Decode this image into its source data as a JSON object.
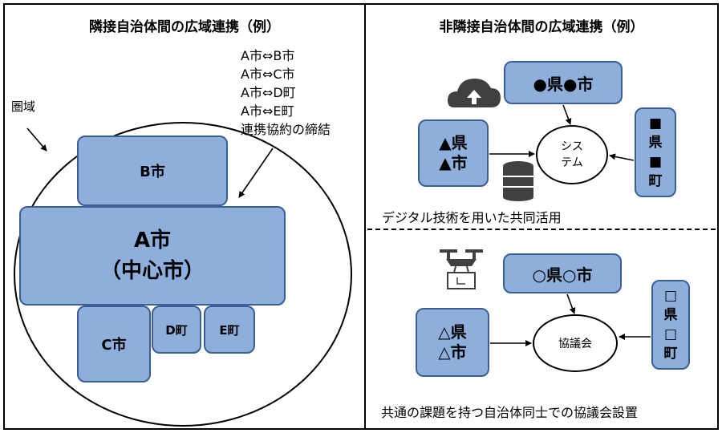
{
  "left": {
    "title": "隣接自治体間の広域連携（例）",
    "region_label": "圏域",
    "notes": [
      "A市⇔B市",
      "A市⇔C市",
      "A市⇔D町",
      "A市⇔E町",
      "連携協約の締結"
    ],
    "cities": {
      "b": "B市",
      "a_line1": "A市",
      "a_line2": "（中心市）",
      "c": "C市",
      "d": "D町",
      "e": "E町"
    }
  },
  "right": {
    "title": "非隣接自治体間の広域連携（例）",
    "top": {
      "box_top": "●県●市",
      "box_left_line1": "▲県",
      "box_left_line2": "▲市",
      "box_right": [
        "■",
        "県",
        "■",
        "町"
      ],
      "center_line1": "シス",
      "center_line2": "テム",
      "caption": "デジタル技術を用いた共同活用",
      "icons": [
        "cloud-upload-icon",
        "database-icon"
      ]
    },
    "bottom": {
      "box_top": "○県○市",
      "box_left_line1": "△県",
      "box_left_line2": "△市",
      "box_right": [
        "□",
        "県",
        "□",
        "町"
      ],
      "center": "協議会",
      "caption": "共通の課題を持つ自治体同士での協議会設置",
      "icons": [
        "drone-icon"
      ]
    }
  },
  "colors": {
    "box_fill": "#8eafdc",
    "box_border": "#3b5f95",
    "icon": "#404040"
  }
}
